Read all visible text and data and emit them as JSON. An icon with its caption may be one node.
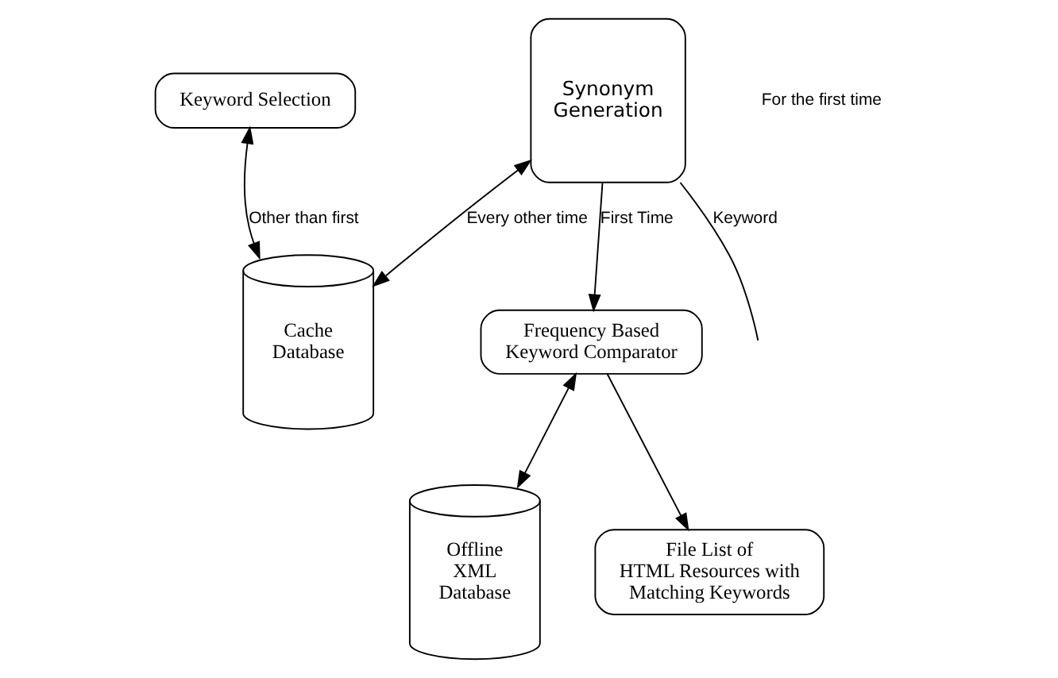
{
  "diagram": {
    "nodes": [
      {
        "text": [
          "Keyword Selection"
        ]
      },
      {
        "text": [
          "Offline XML Database"
        ]
      },
      {
        "text": [
          "Frequency Based Keyword Comparator"
        ]
      },
      {
        "text": [
          "Synonym Generation"
        ]
      },
      {
        "text": [
          "Cache Database"
        ]
      },
      {
        "text": [
          "File List of HTML Resources with Matching Keywords"
        ]
      }
    ],
    "edges": [
      {
        "from": 0,
        "to": 4,
        "arrow": "both",
        "label": "Other than first"
      },
      {
        "from": 3,
        "to": null,
        "arrow": "none",
        "label": "Keyword"
      },
      {
        "from": 2,
        "to": 1,
        "arrow": "both"
      },
      {
        "from": 3,
        "to": 2,
        "arrow": "to",
        "label": "First Time"
      },
      {
        "from": 3,
        "to": 4,
        "arrow": "both",
        "label": "Every other time"
      },
      {
        "from": 2,
        "to": 5,
        "arrow": "to"
      }
    ],
    "labels": [
      "For the first time"
    ]
  }
}
